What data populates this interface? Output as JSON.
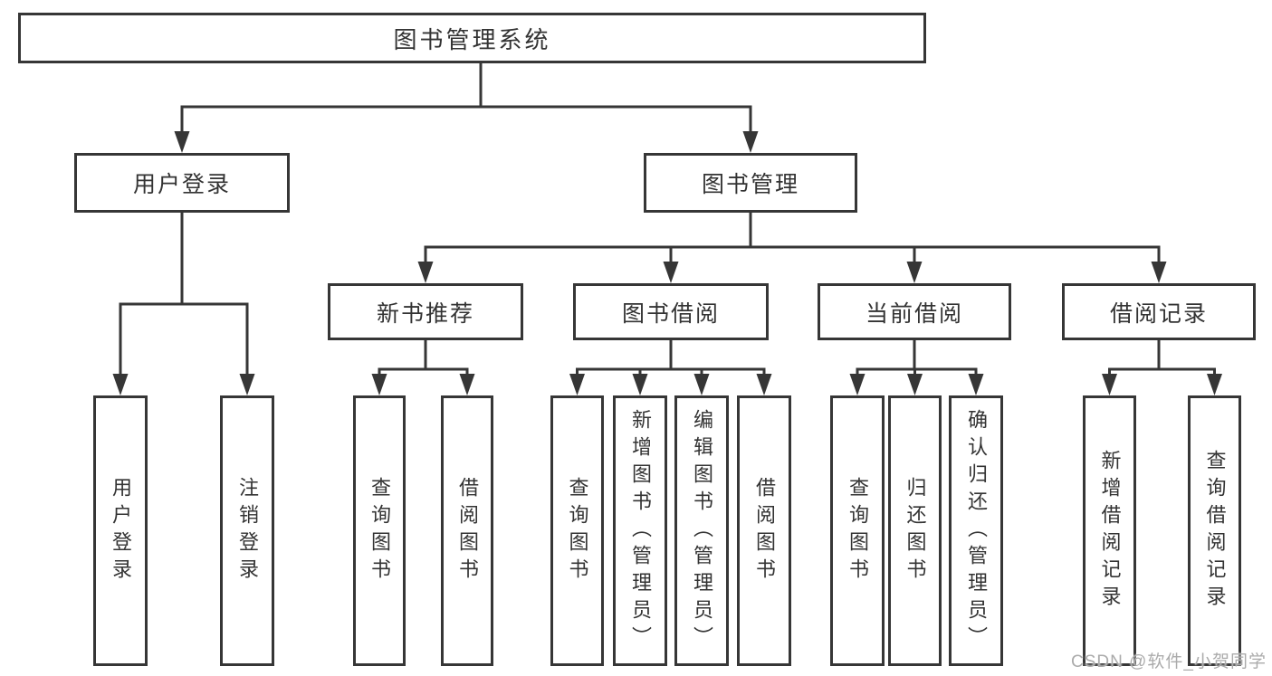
{
  "diagram": {
    "nodes": [
      {
        "id": "root",
        "label": "图书管理系统",
        "orientation": "horizontal"
      },
      {
        "id": "user-login",
        "label": "用户登录",
        "orientation": "horizontal"
      },
      {
        "id": "book-mgmt",
        "label": "图书管理",
        "orientation": "horizontal"
      },
      {
        "id": "new-book-rec",
        "label": "新书推荐",
        "orientation": "horizontal"
      },
      {
        "id": "book-borrow",
        "label": "图书借阅",
        "orientation": "horizontal"
      },
      {
        "id": "current-borrow",
        "label": "当前借阅",
        "orientation": "horizontal"
      },
      {
        "id": "borrow-records",
        "label": "借阅记录",
        "orientation": "horizontal"
      },
      {
        "id": "leaf-user-login",
        "label": "用户登录",
        "orientation": "vertical"
      },
      {
        "id": "leaf-logout",
        "label": "注销登录",
        "orientation": "vertical"
      },
      {
        "id": "leaf-rec-query-book",
        "label": "查询图书",
        "orientation": "vertical"
      },
      {
        "id": "leaf-rec-borrow-book",
        "label": "借阅图书",
        "orientation": "vertical"
      },
      {
        "id": "leaf-bor-query-book",
        "label": "查询图书",
        "orientation": "vertical"
      },
      {
        "id": "leaf-bor-add-book",
        "label": "新增图书（管理员）",
        "orientation": "vertical"
      },
      {
        "id": "leaf-bor-edit-book",
        "label": "编辑图书（管理员）",
        "orientation": "vertical"
      },
      {
        "id": "leaf-bor-borrow-book",
        "label": "借阅图书",
        "orientation": "vertical"
      },
      {
        "id": "leaf-cur-query-book",
        "label": "查询图书",
        "orientation": "vertical"
      },
      {
        "id": "leaf-cur-return-book",
        "label": "归还图书",
        "orientation": "vertical"
      },
      {
        "id": "leaf-cur-confirm-return",
        "label": "确认归还（管理员）",
        "orientation": "vertical"
      },
      {
        "id": "leaf-rcd-add-record",
        "label": "新增借阅记录",
        "orientation": "vertical"
      },
      {
        "id": "leaf-rcd-query-record",
        "label": "查询借阅记录",
        "orientation": "vertical"
      }
    ],
    "edges": [
      {
        "from": "root",
        "to": [
          "user-login",
          "book-mgmt"
        ]
      },
      {
        "from": "user-login",
        "to": [
          "leaf-user-login",
          "leaf-logout"
        ]
      },
      {
        "from": "book-mgmt",
        "to": [
          "new-book-rec",
          "book-borrow",
          "current-borrow",
          "borrow-records"
        ]
      },
      {
        "from": "new-book-rec",
        "to": [
          "leaf-rec-query-book",
          "leaf-rec-borrow-book"
        ]
      },
      {
        "from": "book-borrow",
        "to": [
          "leaf-bor-query-book",
          "leaf-bor-add-book",
          "leaf-bor-edit-book",
          "leaf-bor-borrow-book"
        ]
      },
      {
        "from": "current-borrow",
        "to": [
          "leaf-cur-query-book",
          "leaf-cur-return-book",
          "leaf-cur-confirm-return"
        ]
      },
      {
        "from": "borrow-records",
        "to": [
          "leaf-rcd-add-record",
          "leaf-rcd-query-record"
        ]
      }
    ]
  },
  "watermark": {
    "text": "CSDN @软件_小贺同学"
  },
  "colors": {
    "line": "#363636",
    "text": "#333333",
    "watermark": "#ababab",
    "background": "#ffffff"
  }
}
